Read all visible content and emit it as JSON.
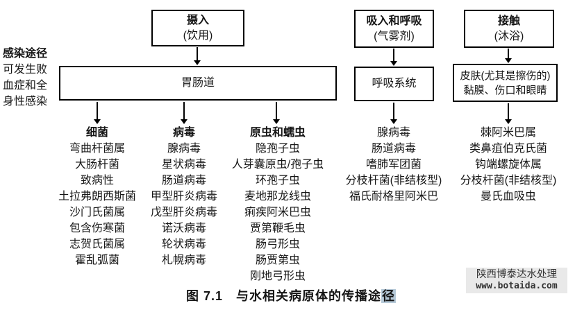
{
  "left_note": {
    "title": "感染途径",
    "lines": [
      "可发生败",
      "血症和全",
      "身性感染"
    ]
  },
  "routes": [
    {
      "title": "摄入",
      "subtitle": "(饮用)"
    },
    {
      "title": "吸入和呼吸",
      "subtitle": "(气雾剂)"
    },
    {
      "title": "接触",
      "subtitle": "(沐浴)"
    }
  ],
  "targets": {
    "gi": "胃肠道",
    "respiratory": "呼吸系统",
    "skin_line1": "皮肤(尤其是擦伤的)",
    "skin_line2": "黏膜、伤口和眼睛"
  },
  "columns": [
    {
      "header": "细菌",
      "items": [
        "弯曲杆菌属",
        "大肠杆菌",
        "致病性",
        "土拉弗朗西斯菌",
        "沙门氏菌属",
        "包含伤寒菌",
        "志贺氏菌属",
        "霍乱弧菌"
      ]
    },
    {
      "header": "病毒",
      "items": [
        "腺病毒",
        "星状病毒",
        "肠道病毒",
        "甲型肝炎病毒",
        "戊型肝炎病毒",
        "诺沃病毒",
        "轮状病毒",
        "札幌病毒"
      ]
    },
    {
      "header": "原虫和蠕虫",
      "items": [
        "隐孢子虫",
        "人芽囊原虫/孢子虫",
        "环孢子虫",
        "麦地那龙线虫",
        "痢疾阿米巴虫",
        "贾第鞭毛虫",
        "肠弓形虫",
        "肠贾第虫",
        "刚地弓形虫"
      ]
    },
    {
      "header": "",
      "items": [
        "腺病毒",
        "肠道病毒",
        "嗜肺军团菌",
        "分枝杆菌(非结核型)",
        "福氏耐格里阿米巴"
      ]
    },
    {
      "header": "",
      "items": [
        "棘阿米巴属",
        "类鼻疽伯克氏菌",
        "钩端螺旋体属",
        "分枝杆菌(非结核型)",
        "曼氏血吸虫"
      ]
    }
  ],
  "caption": {
    "prefix": "图 7.1　与水相关病原体的传播途",
    "highlighted": "径"
  },
  "watermark": {
    "line1": "陕西博泰达水处理",
    "line2": "www.botaida.com"
  },
  "colors": {
    "border": "#000000",
    "highlight": "#b6c9d8",
    "watermark_bg": "#e9e9e9"
  }
}
